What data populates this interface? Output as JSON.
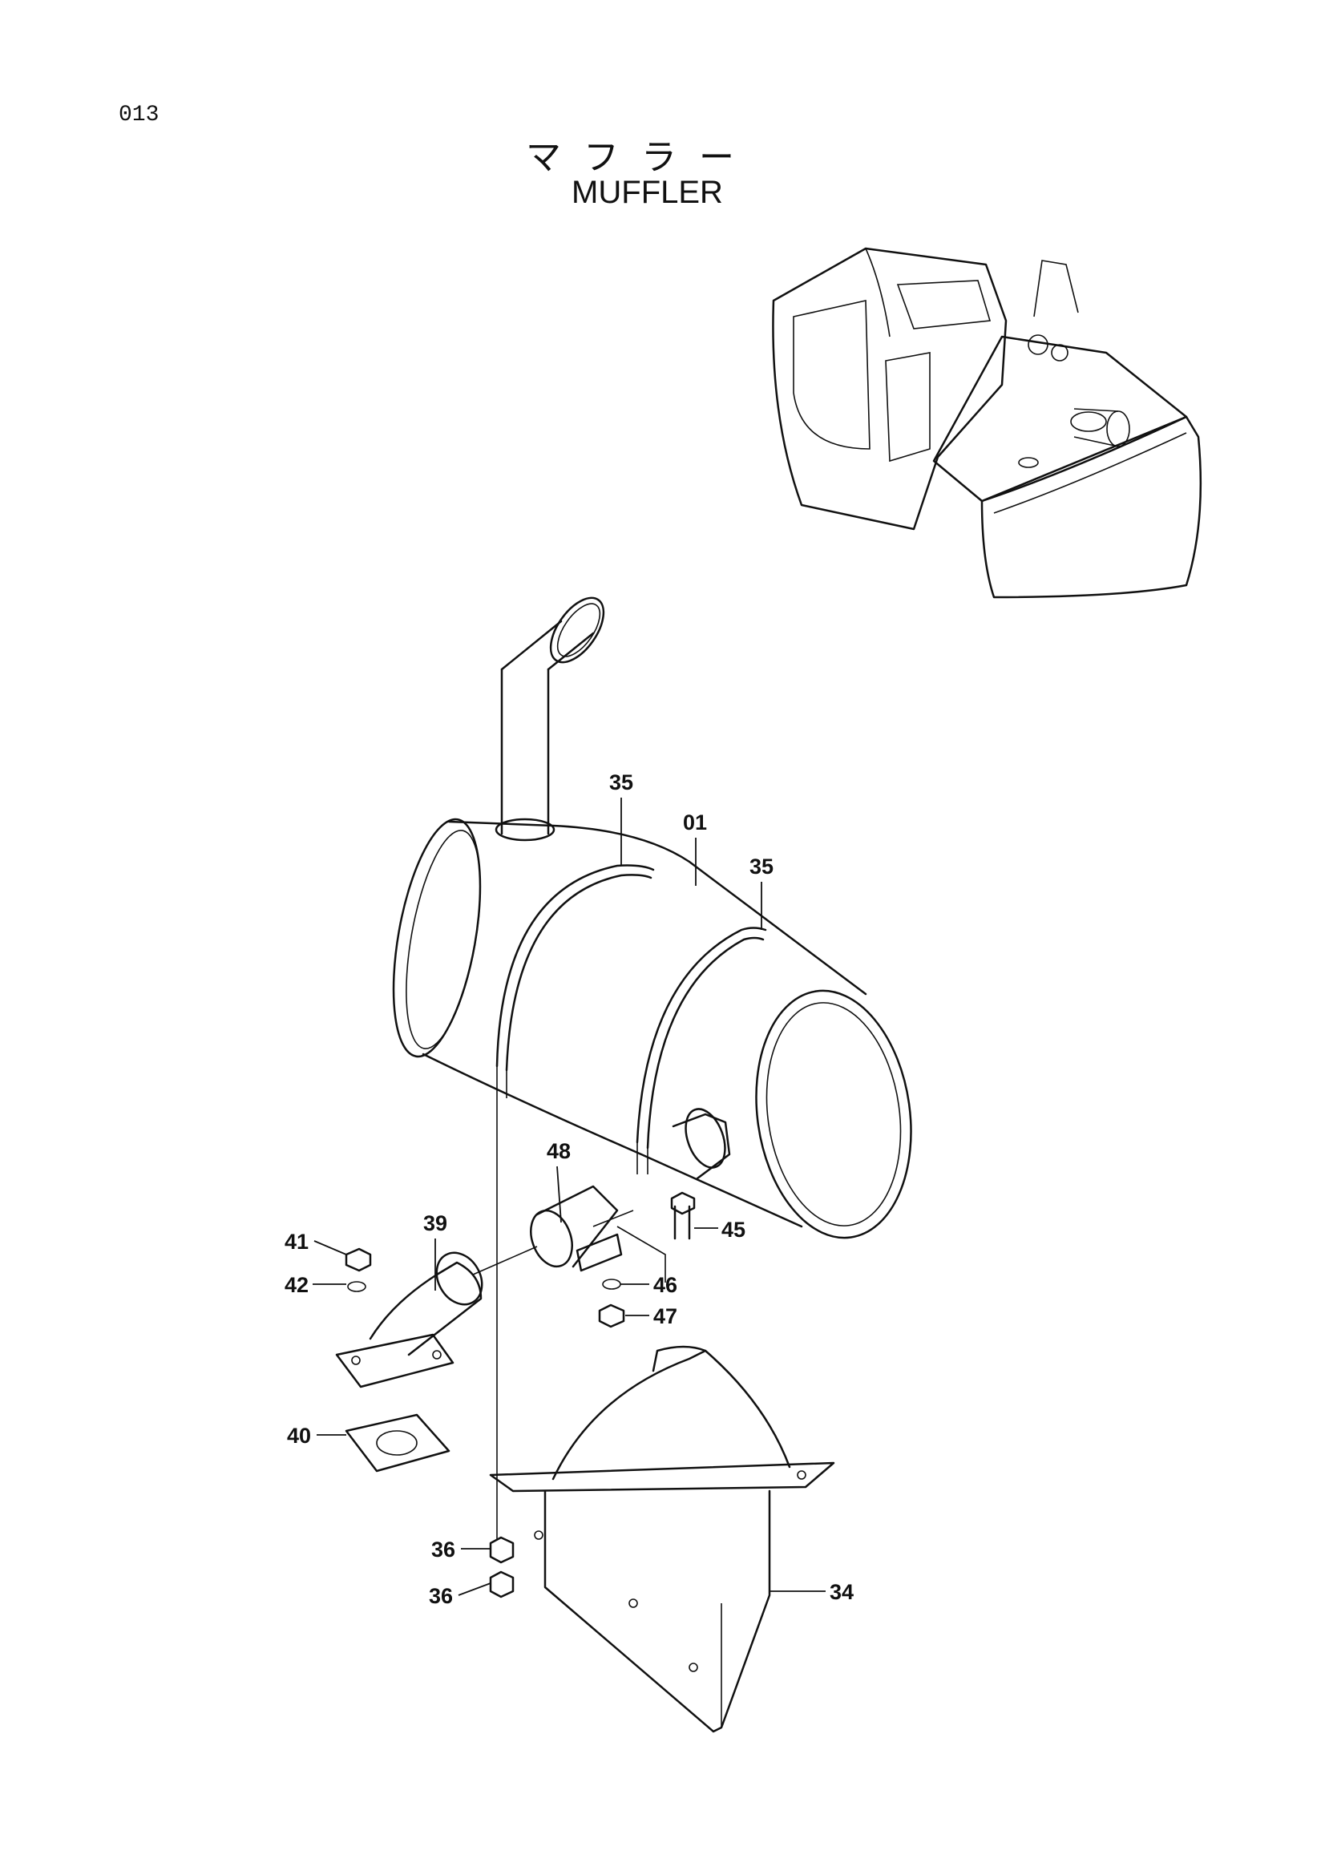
{
  "page": {
    "code": "013",
    "title_jp": "マフラー",
    "title_en": "MUFFLER"
  },
  "parts": {
    "p01": "01",
    "p35a": "35",
    "p35b": "35",
    "p48": "48",
    "p39": "39",
    "p41": "41",
    "p42": "42",
    "p45": "45",
    "p46": "46",
    "p47": "47",
    "p40": "40",
    "p36a": "36",
    "p36b": "36",
    "p34": "34"
  }
}
